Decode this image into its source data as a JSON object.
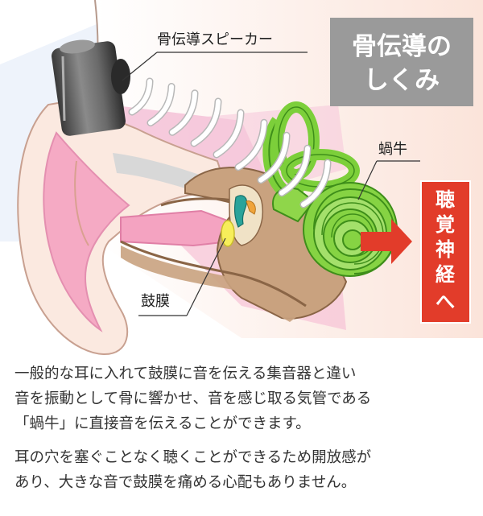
{
  "title": {
    "line1": "骨伝導の",
    "line2": "しくみ"
  },
  "labels": {
    "speaker": "骨伝導スピーカー",
    "cochlea": "蝸牛",
    "eardrum": "鼓膜",
    "nerve": [
      "聴",
      "覚",
      "神",
      "経",
      "へ"
    ]
  },
  "description": {
    "p1": "一般的な耳に入れて鼓膜に音を伝える集音器と違い\n音を振動として骨に響かせ、音を感じ取る気管である\n「蝸牛」に直接音を伝えることができます。",
    "p2": "耳の穴を塞ぐことなく聴くことができるため開放感が\nあり、大きな音で鼓膜を痛める心配もありません。"
  },
  "colors": {
    "skin": "#fbe7de",
    "ear_pink": "#f7a6c4",
    "bone": "#c69f7c",
    "cochlea_green": "#7ccf3a",
    "title_box": "#9a9a9a",
    "nerve_red": "#e23c2a",
    "speaker_gray": "#5a5a5a"
  },
  "icons": [
    "speaker-device-icon",
    "vibration-waves",
    "arrow-right-icon"
  ]
}
